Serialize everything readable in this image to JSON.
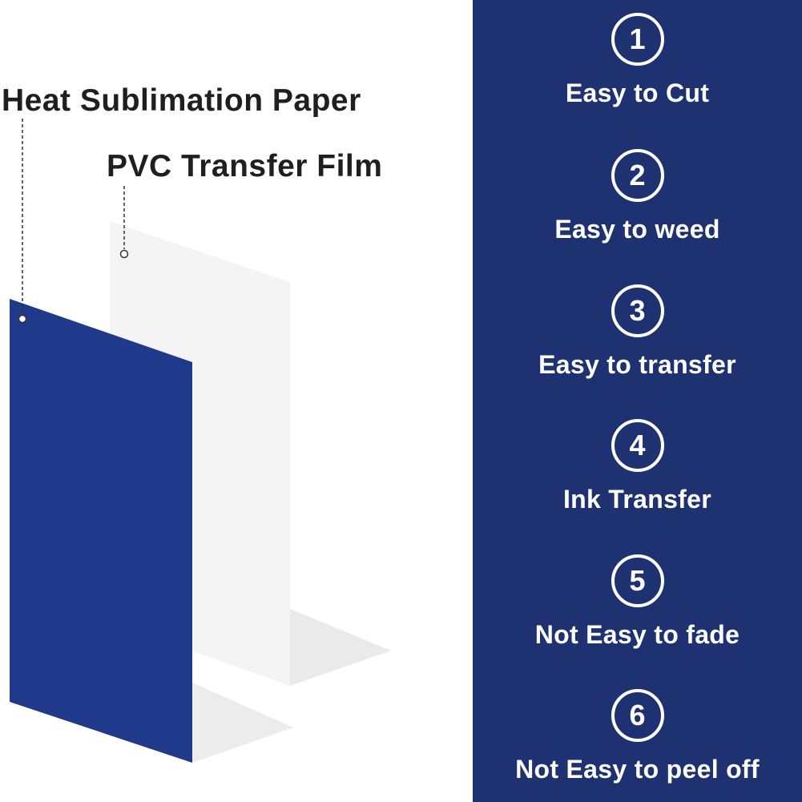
{
  "labels": {
    "paper": "Heat Sublimation Paper",
    "film": "PVC Transfer Film"
  },
  "features": [
    {
      "number": "1",
      "label": "Easy to Cut"
    },
    {
      "number": "2",
      "label": "Easy to weed"
    },
    {
      "number": "3",
      "label": "Easy to transfer"
    },
    {
      "number": "4",
      "label": "Ink Transfer"
    },
    {
      "number": "5",
      "label": "Not Easy to fade"
    },
    {
      "number": "6",
      "label": "Not Easy to peel off"
    }
  ],
  "colors": {
    "panel": "#1e3272",
    "paper_sheet": "#1f3a8a",
    "film_sheet": "#f4f4f4",
    "text_dark": "#1f1f1f",
    "text_light": "#ffffff"
  }
}
